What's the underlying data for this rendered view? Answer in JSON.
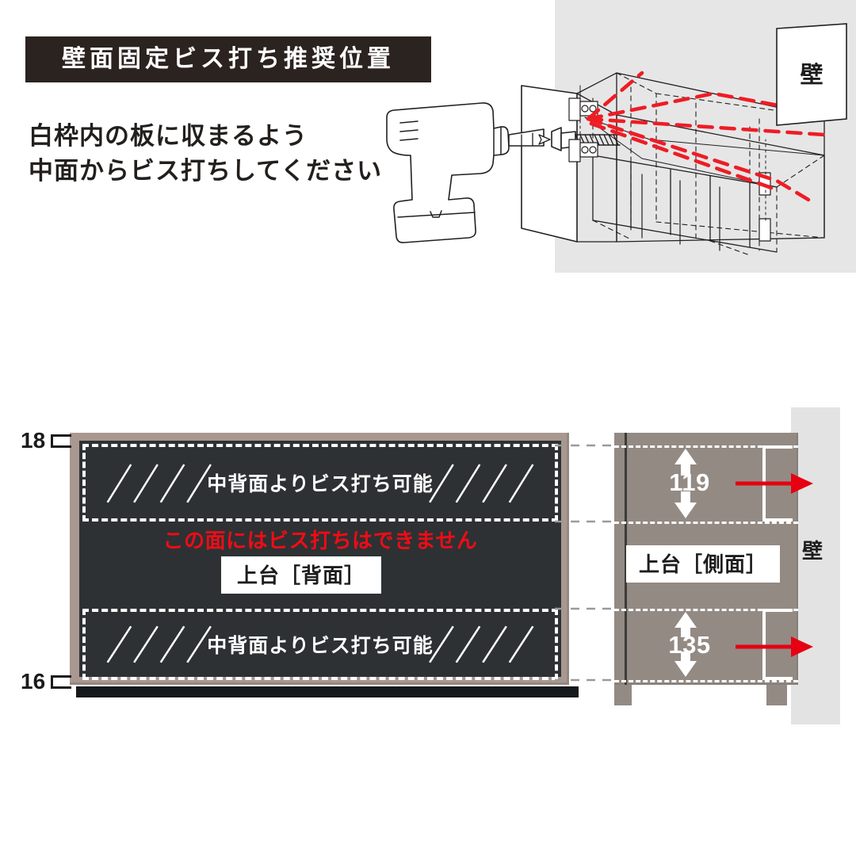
{
  "header": {
    "title": "壁面固定ビス打ち推奨位置",
    "title_bg": "#2b2320",
    "subtitle_line1": "白枠内の板に収まるよう",
    "subtitle_line2": "中面からビス打ちしてください"
  },
  "illustration": {
    "wall_label": "壁",
    "icons": [
      "drill-icon",
      "screw-icon",
      "cabinet-wireframe",
      "hinge-icon"
    ],
    "trajectory_color": "#ee1c25",
    "wall_bg": "#e6e6e6"
  },
  "back_panel": {
    "top_thickness_label": "18",
    "bottom_thickness_label": "16",
    "zone_top_label": "中背面よりビス打ち可能",
    "zone_bottom_label": "中背面よりビス打ち可能",
    "no_drill_text": "この面にはビス打ちはできません",
    "face_tag": "上台［背面］",
    "frame_color": "#a89890",
    "panel_color": "#2d3133",
    "warning_color": "#ef0c16"
  },
  "side_view": {
    "dim_top": "119",
    "dim_bottom": "135",
    "face_tag": "上台［側面］",
    "wall_label": "壁",
    "body_color": "#938a84",
    "wall_color": "#e3e3e3",
    "arrow_color": "#e60012"
  }
}
